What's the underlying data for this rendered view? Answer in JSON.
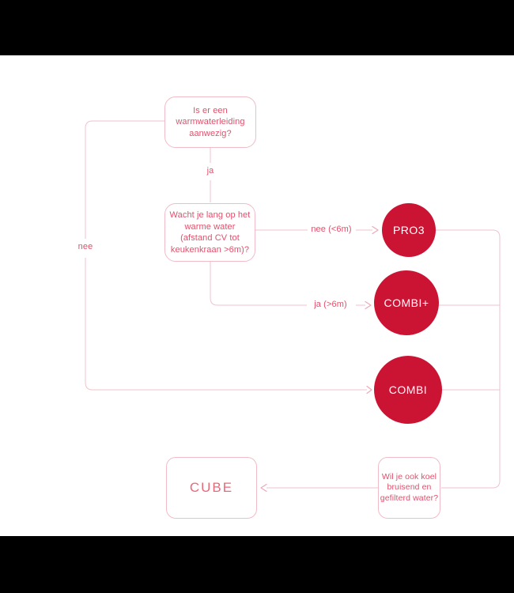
{
  "colors": {
    "letterbox": "#000000",
    "canvas_bg": "#ffffff",
    "brand_red": "#cb1434",
    "soft_red": "#e0506b",
    "cube_red": "#e8687c",
    "circle_text": "#ffffff",
    "line_pink": "#f2c3cd",
    "border_pink": "#f1bcc8",
    "arrow_pink": "#eba9b8"
  },
  "flowchart": {
    "questions": [
      {
        "id": "warmwaterleiding",
        "text": "Is er een warmwaterleiding aanwezig?"
      },
      {
        "id": "wachttijd",
        "text": "Wacht je lang op het warme water (afstand CV tot keukenkraan >6m)?"
      },
      {
        "id": "koelwater",
        "text": "Wil je ook koel bruisend en gefilterd water?"
      }
    ],
    "products": [
      {
        "id": "pro3",
        "label": "PRO3",
        "shape": "circle"
      },
      {
        "id": "combi_plus",
        "label": "COMBI+",
        "shape": "circle"
      },
      {
        "id": "combi",
        "label": "COMBI",
        "shape": "circle"
      },
      {
        "id": "cube",
        "label": "CUBE",
        "shape": "rounded-box"
      }
    ],
    "edge_labels": {
      "ja": "ja",
      "nee": "nee",
      "nee_6m": "nee (<6m)",
      "ja_6m": "ja (>6m)"
    }
  }
}
